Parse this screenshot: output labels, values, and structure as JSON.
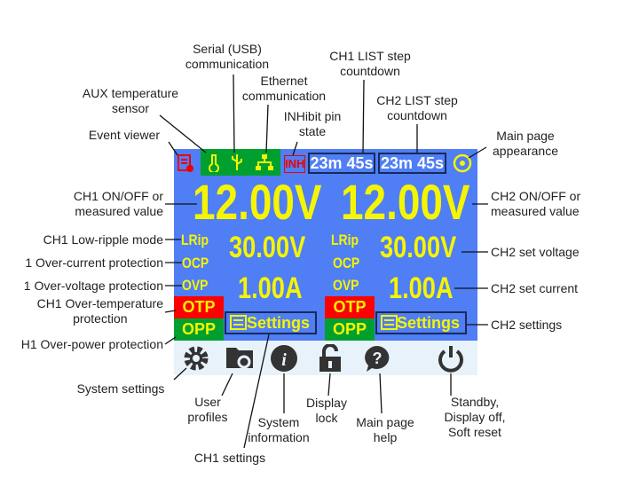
{
  "screen": {
    "top_bar": {
      "inhibit": "INH",
      "ch1_countdown": "23m 45s",
      "ch2_countdown": "23m 45s"
    },
    "ch1": {
      "output": "12.00V",
      "lrip": "LRip",
      "ocp": "OCP",
      "ovp": "OVP",
      "otp": "OTP",
      "opp": "OPP",
      "set_voltage": "30.00V",
      "set_current": "1.00A",
      "settings": "Settings"
    },
    "ch2": {
      "output": "12.00V",
      "lrip": "LRip",
      "ocp": "OCP",
      "ovp": "OVP",
      "otp": "OTP",
      "opp": "OPP",
      "set_voltage": "30.00V",
      "set_current": "1.00A",
      "settings": "Settings"
    },
    "toolbar_icons": [
      "gear-icon",
      "user-profiles-icon",
      "info-icon",
      "lock-icon",
      "help-icon",
      "power-icon"
    ],
    "colors": {
      "screen": "#4f7ef5",
      "value": "#f5f500",
      "otp": "#ff0000",
      "opp": "#00a030",
      "status_group": "#00a030"
    }
  },
  "annotations": {
    "serial": "Serial (USB)\ncommunication",
    "aux": "AUX temperature\nsensor",
    "ethernet": "Ethernet\ncommunication",
    "inhibit": "INHibit pin\nstate",
    "ch1_list": "CH1 LIST step\ncountdown",
    "ch2_list": "CH2 LIST step\ncountdown",
    "event_viewer": "Event viewer",
    "main_page_appearance": "Main page\nappearance",
    "ch1_onoff": "CH1 ON/OFF or\nmeasured value",
    "ch2_onoff": "CH2 ON/OFF or\nmeasured value",
    "ch1_lrip": "CH1 Low-ripple mode",
    "ch1_ocp": "1 Over-current protection",
    "ch1_ovp": "1 Over-voltage protection",
    "ch1_otp": "CH1 Over-temperature\nprotection",
    "ch1_opp": "H1 Over-power protection",
    "ch2_set_voltage": "CH2 set voltage",
    "ch2_set_current": "CH2 set current",
    "ch2_settings": "CH2 settings",
    "system_settings": "System settings",
    "user_profiles": "User\nprofiles",
    "system_information": "System\ninformation",
    "display_lock": "Display\nlock",
    "main_page_help": "Main page\nhelp",
    "standby": "Standby,\nDisplay off,\nSoft reset",
    "ch1_settings": "CH1 settings"
  }
}
